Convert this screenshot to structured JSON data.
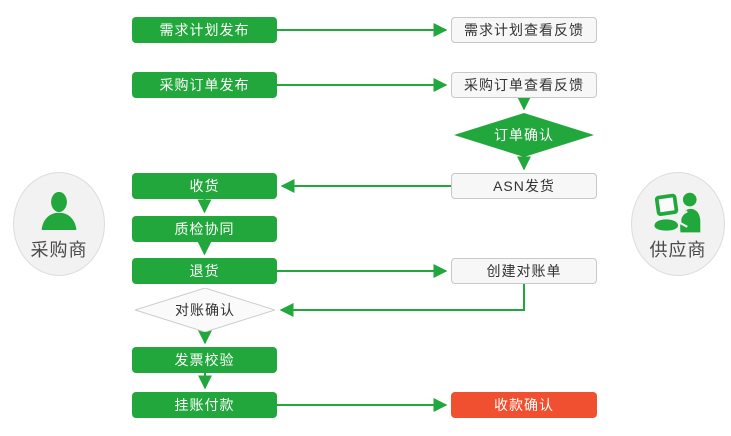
{
  "colors": {
    "green": "#22a73c",
    "red": "#f0502f",
    "box_fill": "#f7f7f7",
    "box_border": "#c8c8c8",
    "circle_fill": "#f2f2f2",
    "circle_border": "#dcdcdc",
    "text_dark": "#333333"
  },
  "actors": {
    "buyer": {
      "label": "采购商"
    },
    "supplier": {
      "label": "供应商"
    }
  },
  "nodes": {
    "demand_plan_publish": {
      "label": "需求计划发布"
    },
    "demand_plan_feedback": {
      "label": "需求计划查看反馈"
    },
    "po_publish": {
      "label": "采购订单发布"
    },
    "po_feedback": {
      "label": "采购订单查看反馈"
    },
    "order_confirm": {
      "label": "订单确认"
    },
    "asn_ship": {
      "label": "ASN发货"
    },
    "receive": {
      "label": "收货"
    },
    "quality_collab": {
      "label": "质检协同"
    },
    "return_goods": {
      "label": "退货"
    },
    "create_statement": {
      "label": "创建对账单"
    },
    "statement_confirm": {
      "label": "对账确认"
    },
    "invoice_check": {
      "label": "发票校验"
    },
    "book_payment": {
      "label": "挂账付款"
    },
    "receipt_confirm": {
      "label": "收款确认"
    }
  }
}
